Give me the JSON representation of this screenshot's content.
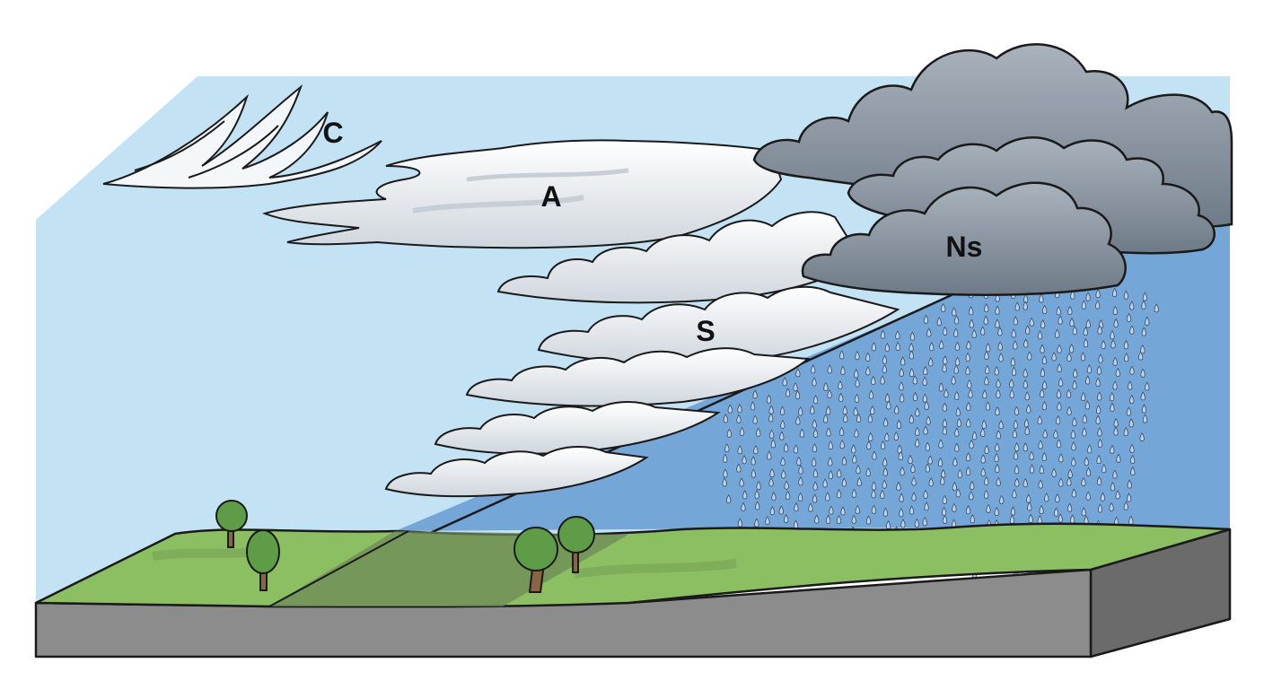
{
  "labels": {
    "cirrus": "C",
    "altostratus": "A",
    "stratus": "S",
    "nimbostratus": "Ns"
  },
  "colors": {
    "sky": "#c3e3f5",
    "cold_air": "#74a6d8",
    "ground_top": "#8cbf62",
    "ground_shade": "#6e8a57",
    "ground_side": "#8c8c8c",
    "ground_right_side": "#6b6b6b",
    "outline": "#1a1a1a",
    "rain_cloud": "#7d8a97",
    "light_cloud": "#f1f4f7",
    "tree_foliage": "#5f9c48",
    "tree_trunk": "#8a6446"
  },
  "icons": [
    "rain-drop-icon",
    "tree-icon"
  ]
}
